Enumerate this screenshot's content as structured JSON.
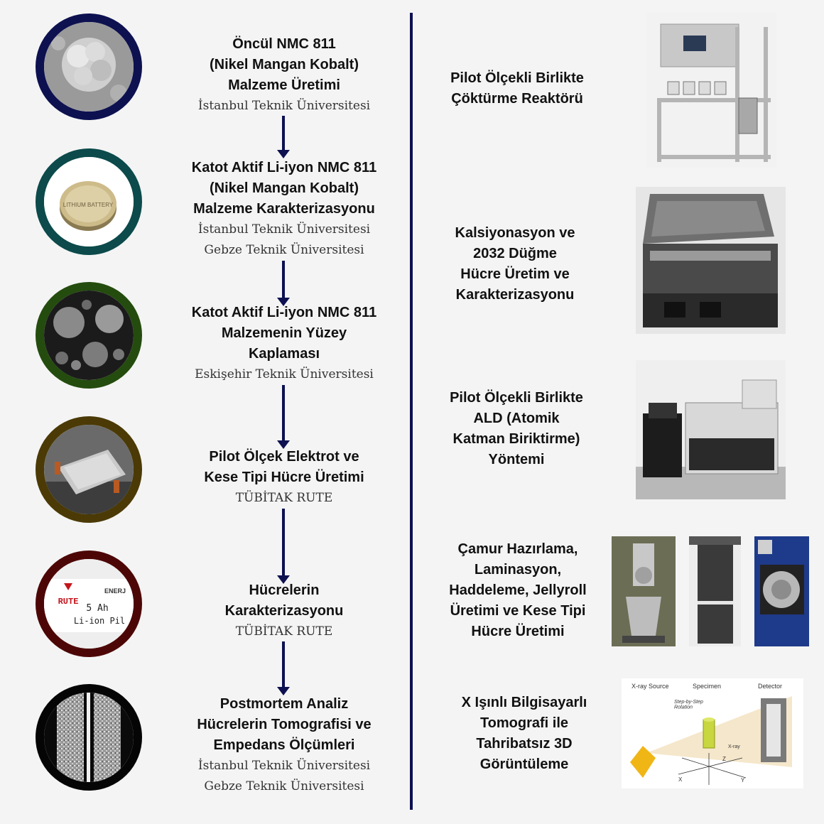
{
  "steps": [
    {
      "title": "Öncül NMC 811\n(Nikel Mangan Kobalt)\nMalzeme Üretimi",
      "sub": "İstanbul Teknik Üniversitesi",
      "ring": "#0d1150"
    },
    {
      "title": "Katot Aktif Li-iyon NMC 811\n(Nikel Mangan Kobalt)\nMalzeme Karakterizasyonu",
      "sub": "İstanbul Teknik Üniversitesi\nGebze Teknik Üniversitesi",
      "ring": "#0c4a4b"
    },
    {
      "title": "Katot Aktif Li-iyon NMC 811\nMalzemenin Yüzey\nKaplaması",
      "sub": "Eskişehir Teknik Üniversitesi",
      "ring": "#244c0e"
    },
    {
      "title": "Pilot Ölçek Elektrot ve\nKese Tipi Hücre Üretimi",
      "sub": "TÜBİTAK RUTE",
      "ring": "#4b3a06"
    },
    {
      "title": "Hücrelerin\nKarakterizasyonu",
      "sub": "TÜBİTAK RUTE",
      "ring": "#4d0606"
    },
    {
      "title": "Postmortem Analiz\nHücrelerin Tomografisi ve\nEmpedans Ölçümleri",
      "sub": "İstanbul Teknik Üniversitesi\nGebze Teknik Üniversitesi",
      "ring": "#050505"
    }
  ],
  "coin_text": "LITHIUM BATTERY",
  "label_image": {
    "brand": "RUTE",
    "capacity": "5 Ah",
    "type": "Li-ion Pil",
    "partner": "ENERJ"
  },
  "methods": [
    {
      "text": "Pilot Ölçekli Birlikte\nÇöktürme Reaktörü"
    },
    {
      "text": "Kalsiyonasyon ve\n2032 Düğme\nHücre Üretim ve\nKarakterizasyonu"
    },
    {
      "text": "Pilot Ölçekli Birlikte\nALD (Atomik\nKatman Biriktirme)\nYöntemi"
    },
    {
      "text": "Çamur Hazırlama,\nLaminasyon,\nHaddeleme, Jellyroll\nÜretimi ve Kese Tipi\nHücre Üretimi"
    },
    {
      "text": "X Işınlı Bilgisayarlı\nTomografi ile\nTahribatsız 3D\nGörüntüleme"
    }
  ],
  "xray_diagram": {
    "source": "X-ray Source",
    "specimen": "Specimen",
    "detector": "Detector",
    "rotation": "Step-by-Step\nRotation",
    "beam": "X-ray",
    "ax_x": "X",
    "ax_y": "Y",
    "ax_z": "Z"
  }
}
